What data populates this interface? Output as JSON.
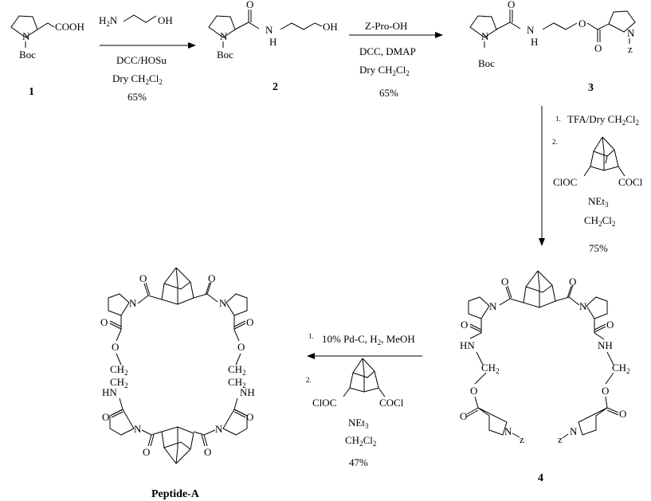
{
  "compounds": {
    "c1": {
      "number": "1",
      "nitrogen": "N",
      "protecting_group": "Boc",
      "acid": "COOH"
    },
    "c2": {
      "number": "2",
      "nitrogen": "N",
      "protecting_group": "Boc",
      "amide_n": "N",
      "amide_h": "H",
      "oxygen": "O",
      "hydroxyl": "OH"
    },
    "c3": {
      "number": "3",
      "nitrogen": "N",
      "protecting_group": "Boc",
      "amide_n": "N",
      "amide_h": "H",
      "oxygen": "O",
      "ester_o": "O",
      "carbonyl_o": "O",
      "n2": "N",
      "z": "z"
    },
    "c4": {
      "number": "4",
      "nitrogen": "N",
      "oxygen": "O",
      "nh": "HN",
      "nh2": "NH",
      "o_ester": "O",
      "ch2": "CH",
      "sub2": "2",
      "z": "z"
    },
    "peptide": {
      "name": "Peptide-A",
      "nitrogen": "N",
      "oxygen": "O",
      "hn": "HN",
      "nh": "NH",
      "ch2": "CH",
      "sub2": "2"
    }
  },
  "steps": {
    "step1": {
      "reagent_h2n": "H",
      "reagent_h2n_sub": "2",
      "reagent_n": "N",
      "reagent_oh": "OH",
      "conditions": "DCC/HOSu",
      "solvent_a": "Dry CH",
      "solvent_sub1": "2",
      "solvent_b": "Cl",
      "solvent_sub2": "2",
      "yield": "65%"
    },
    "step2": {
      "reagent": "Z-Pro-OH",
      "conditions": "DCC, DMAP",
      "solvent_a": "Dry CH",
      "solvent_sub1": "2",
      "solvent_b": "Cl",
      "solvent_sub2": "2",
      "yield": "65%"
    },
    "step3": {
      "i_marker": "1.",
      "i_text_a": "TFA/Dry CH",
      "i_sub1": "2",
      "i_text_b": "Cl",
      "i_sub2": "2",
      "ii_marker": "2.",
      "acyl_left": "ClOC",
      "acyl_right": "COCl",
      "base": "NEt",
      "base_sub": "3",
      "solvent_a": "CH",
      "solvent_sub1": "2",
      "solvent_b": "Cl",
      "solvent_sub2": "2",
      "yield": "75%"
    },
    "step4": {
      "i_marker": "1.",
      "i_text_a": "10% Pd-C, H",
      "i_sub": "2",
      "i_text_b": ", MeOH",
      "ii_marker": "2.",
      "acyl_left": "ClOC",
      "acyl_right": "COCl",
      "base": "NEt",
      "base_sub": "3",
      "solvent_a": "CH",
      "solvent_sub1": "2",
      "solvent_b": "Cl",
      "solvent_sub2": "2",
      "yield": "47%"
    }
  }
}
